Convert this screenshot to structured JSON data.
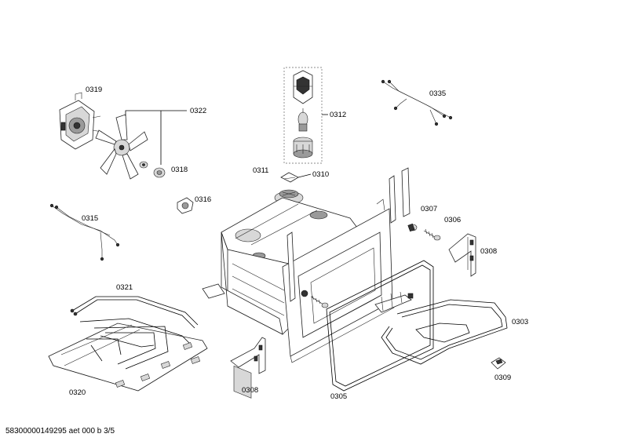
{
  "labels": {
    "p0319": "0319",
    "p0322": "0322",
    "p0318": "0318",
    "p0335": "0335",
    "p0312": "0312",
    "p0311": "0311",
    "p0310": "0310",
    "p0316": "0316",
    "p0315": "0315",
    "p0307": "0307",
    "p0306": "0306",
    "p0308a": "0308",
    "p0321": "0321",
    "p0303": "0303",
    "p0320": "0320",
    "p0308b": "0308",
    "p0305": "0305",
    "p0309": "0309"
  },
  "footer": "58300000149295 aet 000 b 3/5"
}
